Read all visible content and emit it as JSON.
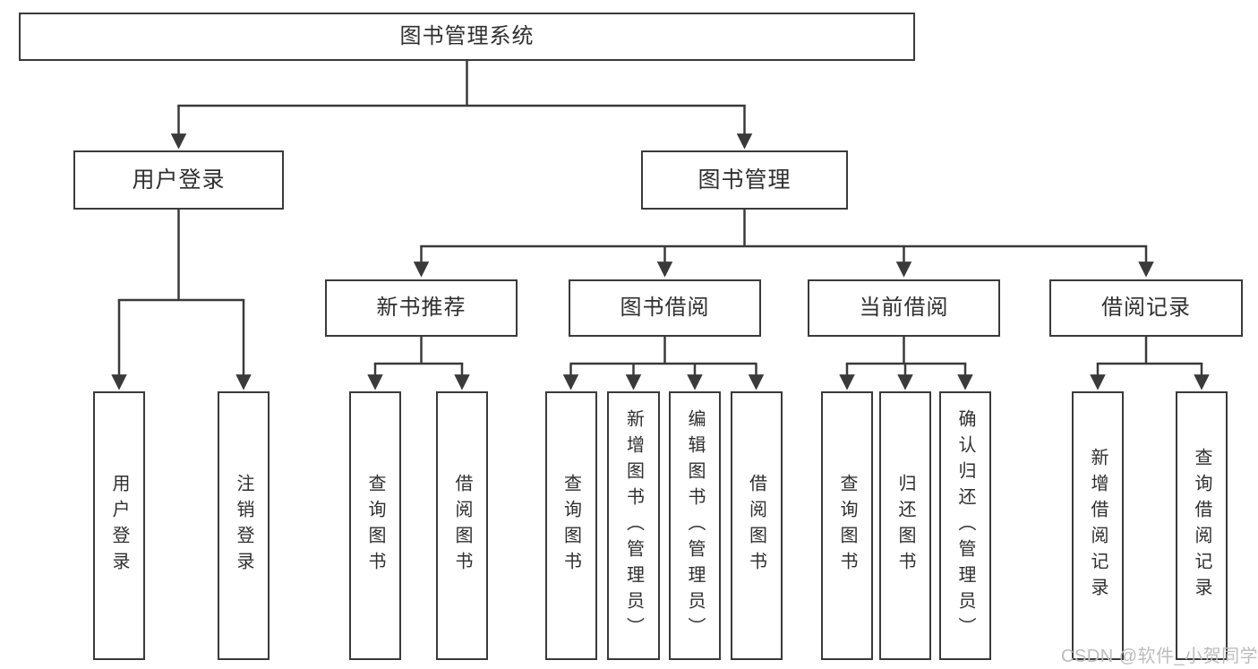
{
  "tree": {
    "label": "图书管理系统",
    "children": [
      {
        "label": "用户登录",
        "children": [
          {
            "label": "用户登录"
          },
          {
            "label": "注销登录"
          }
        ]
      },
      {
        "label": "图书管理",
        "children": [
          {
            "label": "新书推荐",
            "children": [
              {
                "label": "查询图书"
              },
              {
                "label": "借阅图书"
              }
            ]
          },
          {
            "label": "图书借阅",
            "children": [
              {
                "label": "查询图书"
              },
              {
                "label": "新增图书（管理员）"
              },
              {
                "label": "编辑图书（管理员）"
              },
              {
                "label": "借阅图书"
              }
            ]
          },
          {
            "label": "当前借阅",
            "children": [
              {
                "label": "查询图书"
              },
              {
                "label": "归还图书"
              },
              {
                "label": "确认归还（管理员）"
              }
            ]
          },
          {
            "label": "借阅记录",
            "children": [
              {
                "label": "新增借阅记录"
              },
              {
                "label": "查询借阅记录"
              }
            ]
          }
        ]
      }
    ]
  },
  "watermark": {
    "text": "CSDN @软件_小贺同学"
  },
  "colors": {
    "line": "#3a3a3a",
    "text": "#2f2f2f",
    "node_background": "#ffffff",
    "page_background": "#ffffff",
    "watermark": "#bdbdbd"
  }
}
